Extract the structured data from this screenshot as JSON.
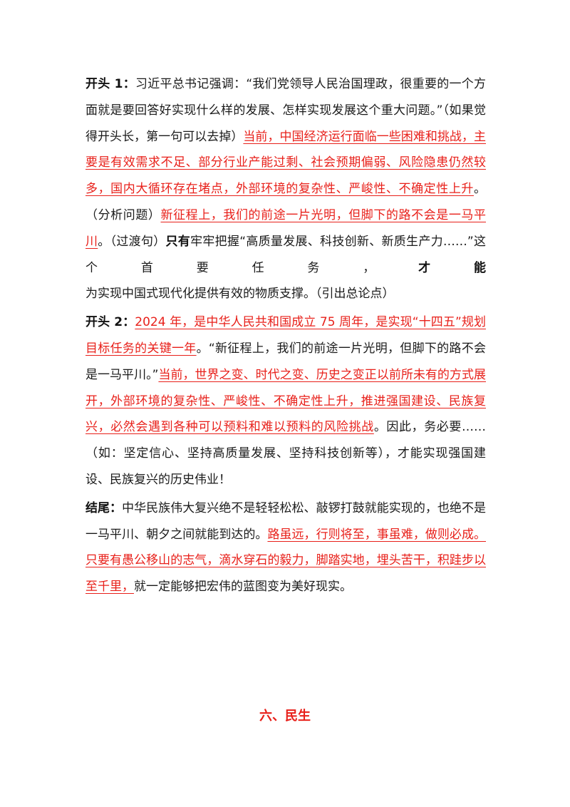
{
  "opening1": {
    "label": "开头 1：",
    "t1": "习近平总书记强调：“我们党领导人民治国理政，很重要的一个方面就是要回答好实现什么样的发展、怎样实现发展这个重大问题。”（如果觉得开头长，第一句可以去掉）",
    "r1": "当前，中国经济运行面临一些困难和挑战，主要是有效需求不足、部分行业产能过剩、社会预期偏弱、风险隐患仍然较多，国内大循环存在堵点，外部环境的复杂性、严峻性、不确定性上升",
    "t2": "。（分析问题）",
    "r2": "新征程上，我们的前途一片光明，但脚下的路不会是一马平川",
    "t3": "。（过渡句）",
    "kw1": "只有",
    "t4": "牢牢把握“高质量发展、科技创新、新质生产力……”这个首要任务，",
    "kw2": "才能",
    "t5": "为实现中国式现代化提供有效的物质支撑。（引出总论点）"
  },
  "opening2": {
    "label": "开头 2：",
    "r1": "2024 年，是中华人民共和国成立 75 周年，是实现“十四五”规划目标任务的关键一年",
    "t1": "。“新征程上，我们的前途一片光明，但脚下的路不会是一马平川。”",
    "r2": "当前，世界之变、时代之变、历史之变正以前所未有的方式展开，外部环境的复杂性、严峻性、不确定性上升，推进强国建设、民族复兴，必然会遇到各种可以预料和难以预料的风险挑战",
    "t2": "。因此，务必要……（如：坚定信心、坚持高质量发展、坚持科技创新等），才能实现强国建设、民族复兴的历史伟业！"
  },
  "ending": {
    "label": "结尾：",
    "t1": "中华民族伟大复兴绝不是轻轻松松、敲锣打鼓就能实现的，也绝不是一马平川、朝夕之间就能到达的。",
    "r1": "路虽远，行则将至，事虽难，做则必成。只要有愚公移山的志气，滴水穿石的毅力，脚踏实地，埋头苦干，积跬步以至千里，",
    "t2": "就一定能够把宏伟的蓝图变为美好现实。"
  },
  "section": {
    "title": "六、民生"
  },
  "colors": {
    "highlight": "#e8201a",
    "text": "#1a1a1a"
  }
}
